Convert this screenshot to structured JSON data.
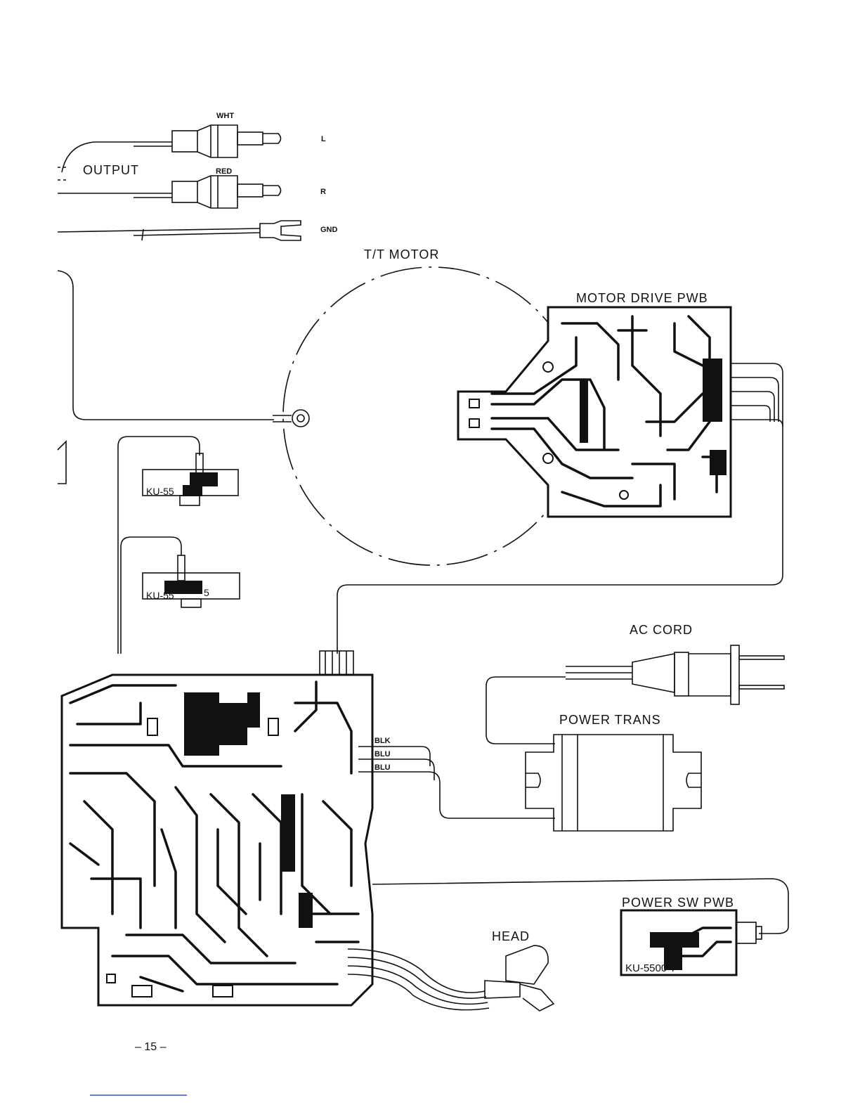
{
  "labels": {
    "output": "OUTPUT",
    "wht": "WHT",
    "red": "RED",
    "left": "L",
    "right": "R",
    "gnd": "GND",
    "tt_motor": "T/T MOTOR",
    "motor_drive_pwb": "MOTOR DRIVE PWB",
    "ac_cord": "AC CORD",
    "power_trans": "POWER TRANS",
    "blk": "BLK",
    "blu1": "BLU",
    "blu2": "BLU",
    "power_sw_pwb": "POWER SW PWB",
    "head": "HEAD",
    "ku_board_1": "KU-55",
    "ku_board_2": "KU-55",
    "ku_board_2_suffix": "5",
    "ku_board_power_sw": "KU-5500-7",
    "page_number": "– 15 –"
  },
  "colors": {
    "ink": "#111111",
    "paper": "#ffffff"
  }
}
